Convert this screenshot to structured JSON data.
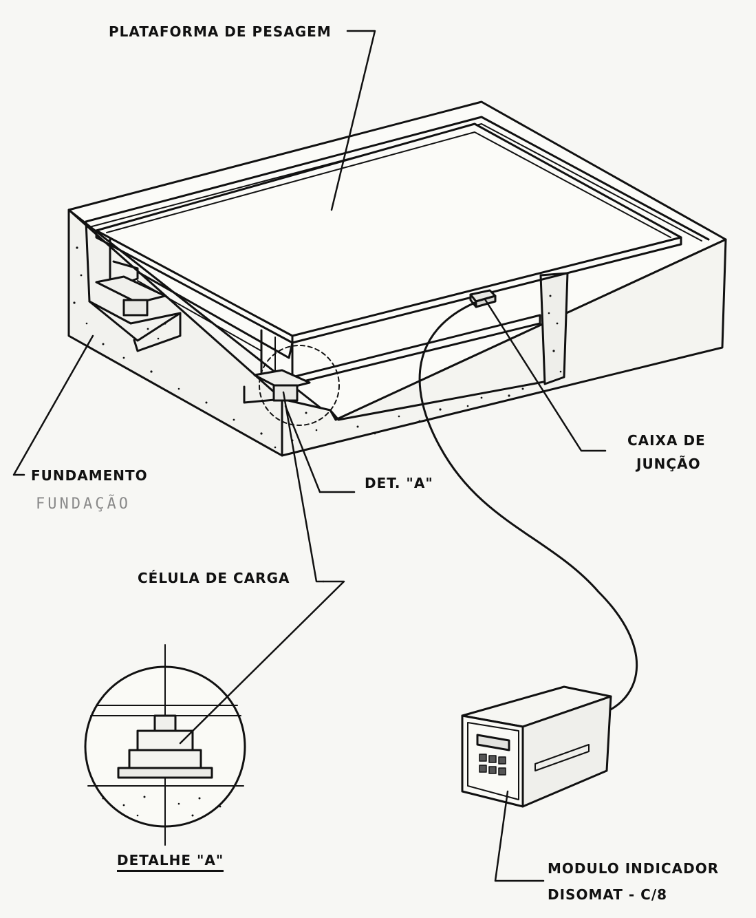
{
  "labels": {
    "platform": "PLATAFORMA DE PESAGEM",
    "junction_box_line1": "CAIXA DE",
    "junction_box_line2": "JUNÇÃO",
    "foundation": "FUNDAMENTO",
    "foundation_handwritten": "FUNDAÇÃO",
    "detail_ref": "DET. \"A\"",
    "load_cell": "CÉLULA DE CARGA",
    "detail_title": "DETALHE \"A\"",
    "indicator_line1": "MODULO INDICADOR",
    "indicator_line2": "DISOMAT - C/8"
  },
  "colors": {
    "ink": "#111111",
    "paper": "#f7f7f4",
    "pencil": "#8a8a8a"
  }
}
